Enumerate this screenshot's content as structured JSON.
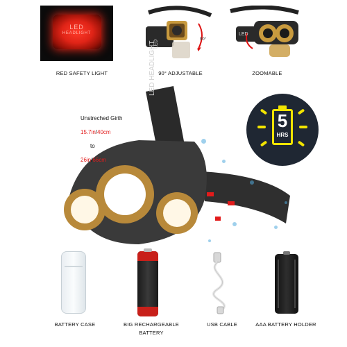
{
  "top": {
    "panel1": {
      "led_text": "LED",
      "headlight_text": "HEADLIGHT",
      "caption": "RED SAFETY LIGHT"
    },
    "panel2": {
      "caption": "90° ADJUSTABLE",
      "angle_text": "90°",
      "band_text": "LED"
    },
    "panel3": {
      "caption": "ZOOMABLE",
      "band_text": "LED"
    }
  },
  "main": {
    "band_text": "LED HEADLIGHT",
    "girth": {
      "title": "Unstreched Girth",
      "min_in": "15.7in",
      "slash1": "/",
      "min_cm": "40cm",
      "to": "to",
      "max_in": "26in",
      "slash2": "/",
      "max_cm": "66cm"
    },
    "badge": {
      "hours": "5",
      "hours_label": "HRS"
    }
  },
  "bottom": {
    "items": [
      {
        "caption": "BATTERY CASE"
      },
      {
        "caption": "BIG  RECHARGEABLE\nBATTERY",
        "line1": "BIG  RECHARGEABLE",
        "line2": "BATTERY"
      },
      {
        "caption": "USB CABLE"
      },
      {
        "caption": "AAA BATTERY HOLDER"
      }
    ]
  },
  "colors": {
    "red_accent": "#e21b1b",
    "badge_bg": "#1f2733",
    "badge_yellow": "#f2e400",
    "gold": "#c89a3e"
  }
}
